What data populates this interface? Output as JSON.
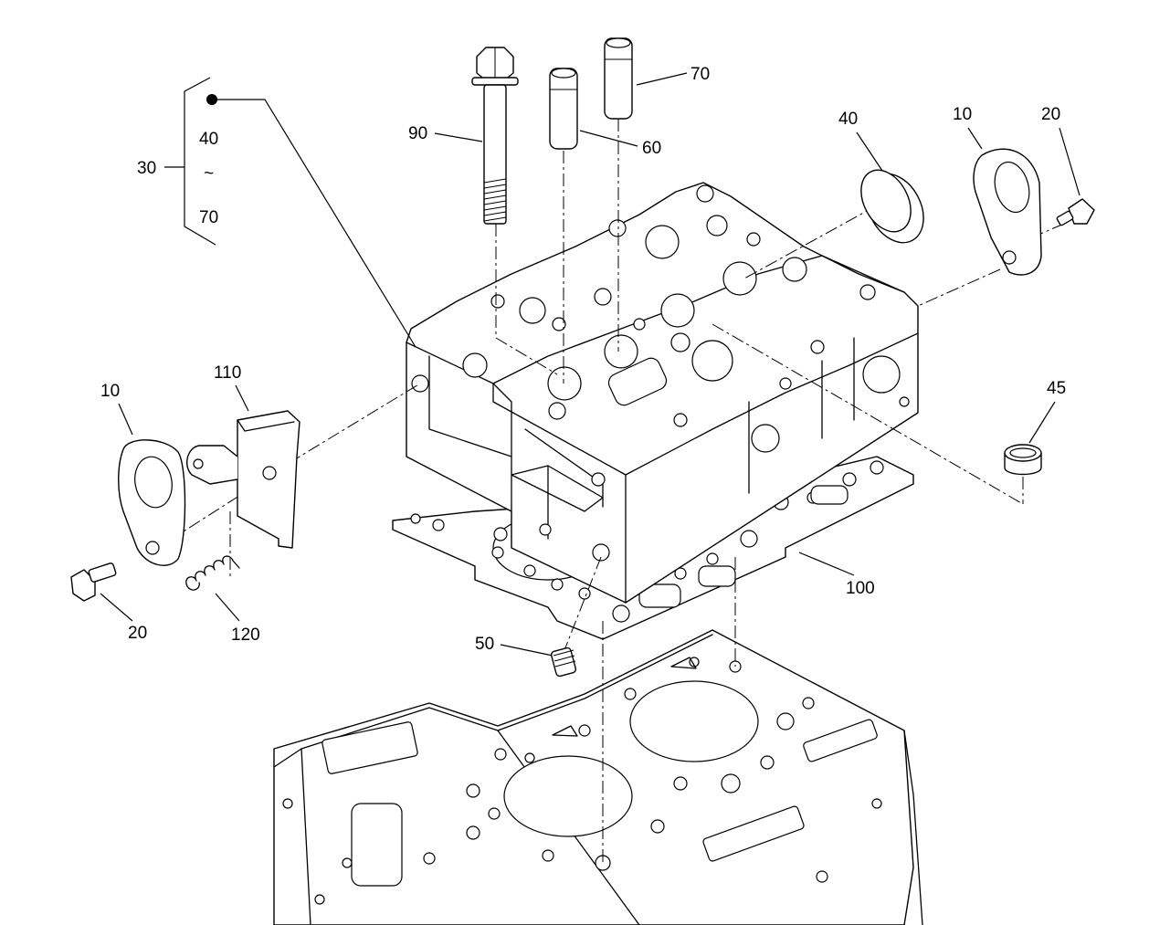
{
  "callouts": {
    "c10_right": "10",
    "c20_right": "20",
    "c40_right": "40",
    "c70_top": "70",
    "c60": "60",
    "c90": "90",
    "c30": "30",
    "c40_group": "40",
    "c70_group": "70",
    "c45": "45",
    "c110": "110",
    "c10_left": "10",
    "c20_left": "20",
    "c120": "120",
    "c100": "100",
    "c50": "50"
  },
  "group_range_symbol": "~"
}
